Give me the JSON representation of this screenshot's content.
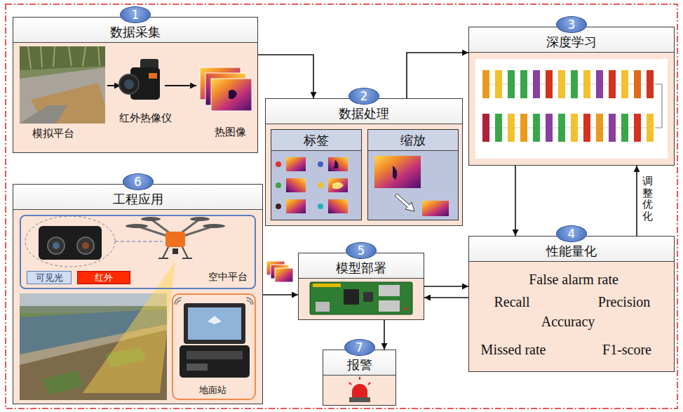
{
  "diagram": {
    "nodes": [
      {
        "text": [
          "1",
          "数据采集"
        ]
      },
      {
        "text": [
          "2",
          "数据处理"
        ]
      },
      {
        "text": [
          "标签"
        ],
        "in": 1
      },
      {
        "text": [
          "缩放"
        ],
        "in": 1
      },
      {
        "text": [
          "3",
          "深度学习"
        ]
      },
      {
        "text": [
          "4",
          "性能量化",
          "False alarm rate",
          "Recall",
          "Precision",
          "Accuracy",
          "Missed rate",
          "F1-score"
        ]
      },
      {
        "text": [
          "6",
          "工程应用"
        ]
      },
      {
        "text": [
          "空中平台"
        ],
        "in": 6
      },
      {
        "text": [
          "可见光"
        ],
        "in": 7
      },
      {
        "text": [
          "红外"
        ],
        "in": 7
      },
      {
        "text": [
          "地面站"
        ],
        "in": 6
      },
      {
        "text": [
          "5",
          "模型部署"
        ]
      },
      {
        "text": [
          "7",
          "报警"
        ]
      }
    ],
    "edges": [
      {
        "from": 0,
        "to": 1,
        "arrow": "to"
      },
      {
        "from": 1,
        "to": 4,
        "arrow": "to"
      },
      {
        "from": 4,
        "to": 5,
        "arrow": "to"
      },
      {
        "from": 5,
        "to": 4,
        "label": "调整优化",
        "arrow": "to"
      },
      {
        "from": 6,
        "to": 11,
        "arrow": "to"
      },
      {
        "from": 11,
        "to": 5,
        "arrow": "to"
      },
      {
        "from": 5,
        "to": 11,
        "arrow": "to"
      },
      {
        "from": 11,
        "to": 12,
        "arrow": "to"
      }
    ],
    "labels": [
      "模拟平台",
      "红外热像仪",
      "热图像"
    ]
  }
}
